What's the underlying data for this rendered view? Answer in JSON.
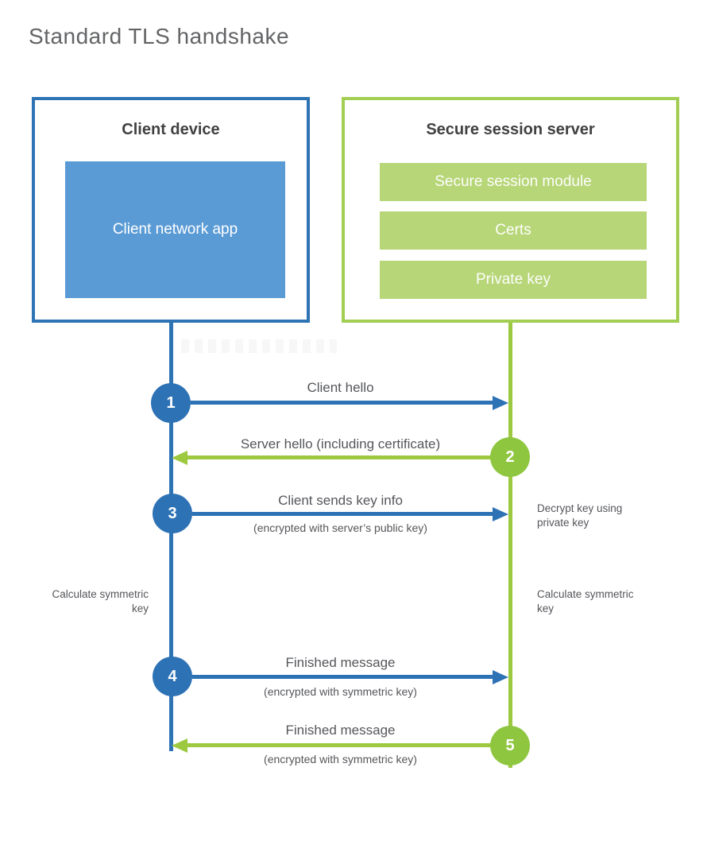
{
  "title": "Standard TLS handshake",
  "client": {
    "title": "Client device",
    "app_label": "Client network app"
  },
  "server": {
    "title": "Secure session server",
    "modules": [
      "Secure session module",
      "Certs",
      "Private key"
    ]
  },
  "steps": [
    {
      "num": "1",
      "label": "Client hello",
      "sub": "",
      "direction": "client-to-server",
      "color": "#2d72b5"
    },
    {
      "num": "2",
      "label": "Server hello (including certificate)",
      "sub": "",
      "direction": "server-to-client",
      "color": "#8fc640"
    },
    {
      "num": "3",
      "label": "Client sends key info",
      "sub": "(encrypted with server’s public key)",
      "direction": "client-to-server",
      "color": "#2d72b5"
    },
    {
      "num": "4",
      "label": "Finished message",
      "sub": "(encrypted with symmetric key)",
      "direction": "client-to-server",
      "color": "#2d72b5"
    },
    {
      "num": "5",
      "label": "Finished message",
      "sub": "(encrypted with symmetric key)",
      "direction": "server-to-client",
      "color": "#8fc640"
    }
  ],
  "side_notes": {
    "decrypt": "Decrypt key using private key",
    "left_calculate": "Calculate symmetric key",
    "right_calculate": "Calculate symmetric key"
  },
  "colors": {
    "blue": "#2d72b5",
    "blue_fill": "#5b9bd5",
    "green": "#9cc93f",
    "green_fill": "#b7d678",
    "heading_text": "#414042",
    "label_text": "#55565a"
  }
}
